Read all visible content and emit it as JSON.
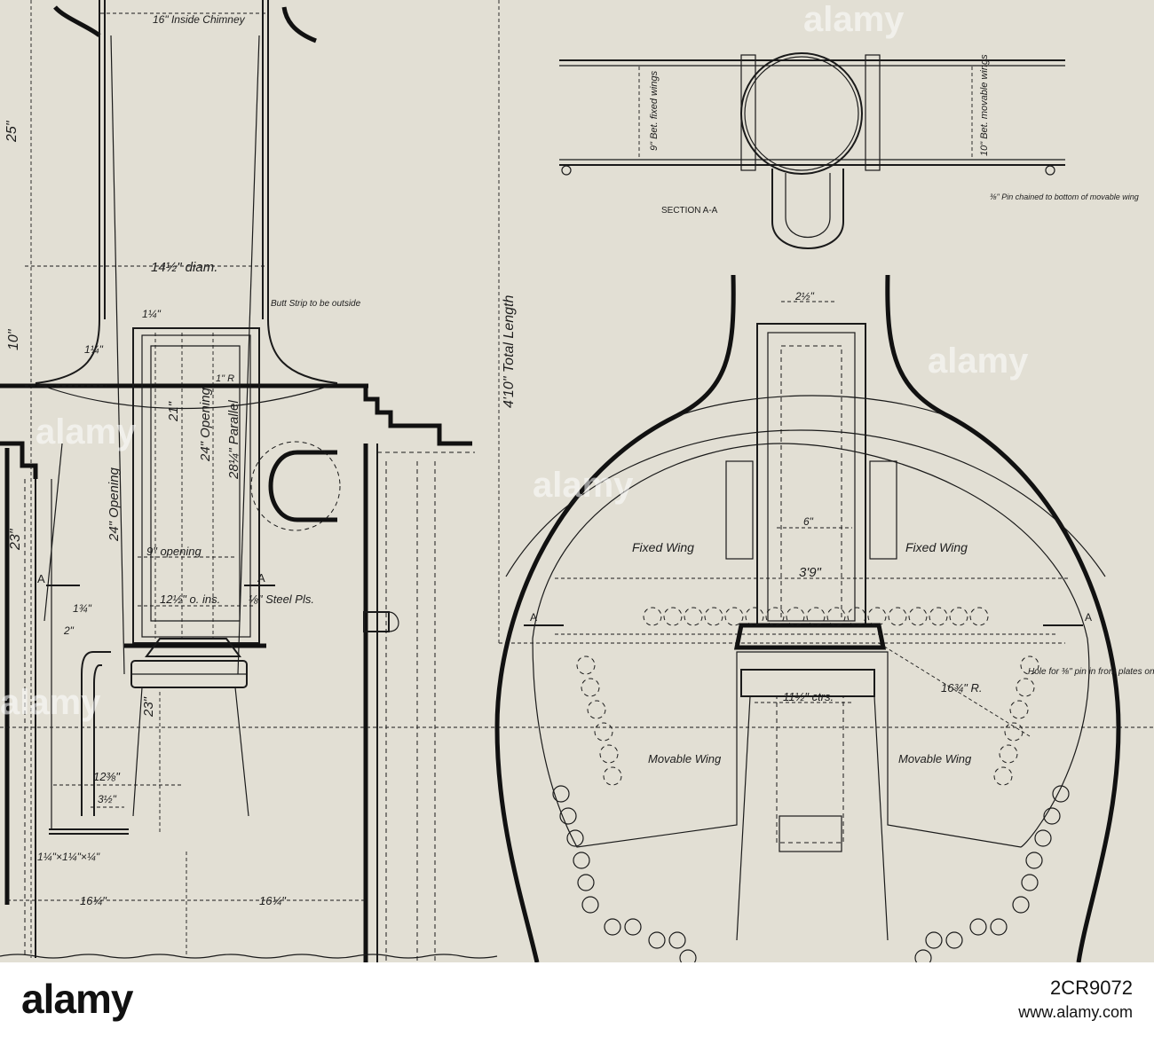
{
  "labels": {
    "inside_chimney": "16\" Inside Chimney",
    "height_25": "25\"",
    "height_10": "10\"",
    "height_23a": "23\"",
    "height_23b": "23\"",
    "diam_14": "14½\" diam.",
    "butt_strip": "Butt Strip to be outside",
    "quarter_top": "1¼\"",
    "quarter_left": "1¼\"",
    "radius_r": "1\" R",
    "opening_24_left": "24\" Opening",
    "height_21": "21\"",
    "opening_24_mid": "24\" Opening",
    "parallel_28": "28¼\" Parallel",
    "opening_9": "9\" opening",
    "ins_12": "12½\" o. ins.",
    "steel_pls": "⅛\" Steel Pls.",
    "sect_a_left": "A",
    "sect_a_right": "A",
    "three_quarter": "1¾\"",
    "two_in": "2\"",
    "width_12": "12⅜\"",
    "width_3": "3½\"",
    "angle_size": "1¼\"×1¼\"×¼\"",
    "width_16_left": "16¼\"",
    "width_16_right": "16¼\"",
    "total_length": "4'10\" Total Length",
    "fixed_wings_9": "9\" Bet. fixed wings",
    "movable_wings_10": "10\" Bet. movable wings",
    "pin_note": "⅜\" Pin chained to bottom of movable wing",
    "section_title": "SECTION A-A",
    "width_2": "2½\"",
    "width_6": "6\"",
    "fixed_wing_left": "Fixed Wing",
    "fixed_wing_right": "Fixed Wing",
    "width_39": "3'9\"",
    "sect_a_left_front": "A",
    "sect_a_right_front": "A",
    "hole_note": "Hole for ⅜\" pin in front plates only",
    "radius_16": "16¾\" R.",
    "ctrs_11": "11½\" ctrs.",
    "movable_wing_left": "Movable Wing",
    "movable_wing_right": "Movable Wing"
  },
  "watermark": "alamy",
  "footer": {
    "logo": "alamy",
    "image_code": "2CR9072",
    "url": "www.alamy.com"
  }
}
